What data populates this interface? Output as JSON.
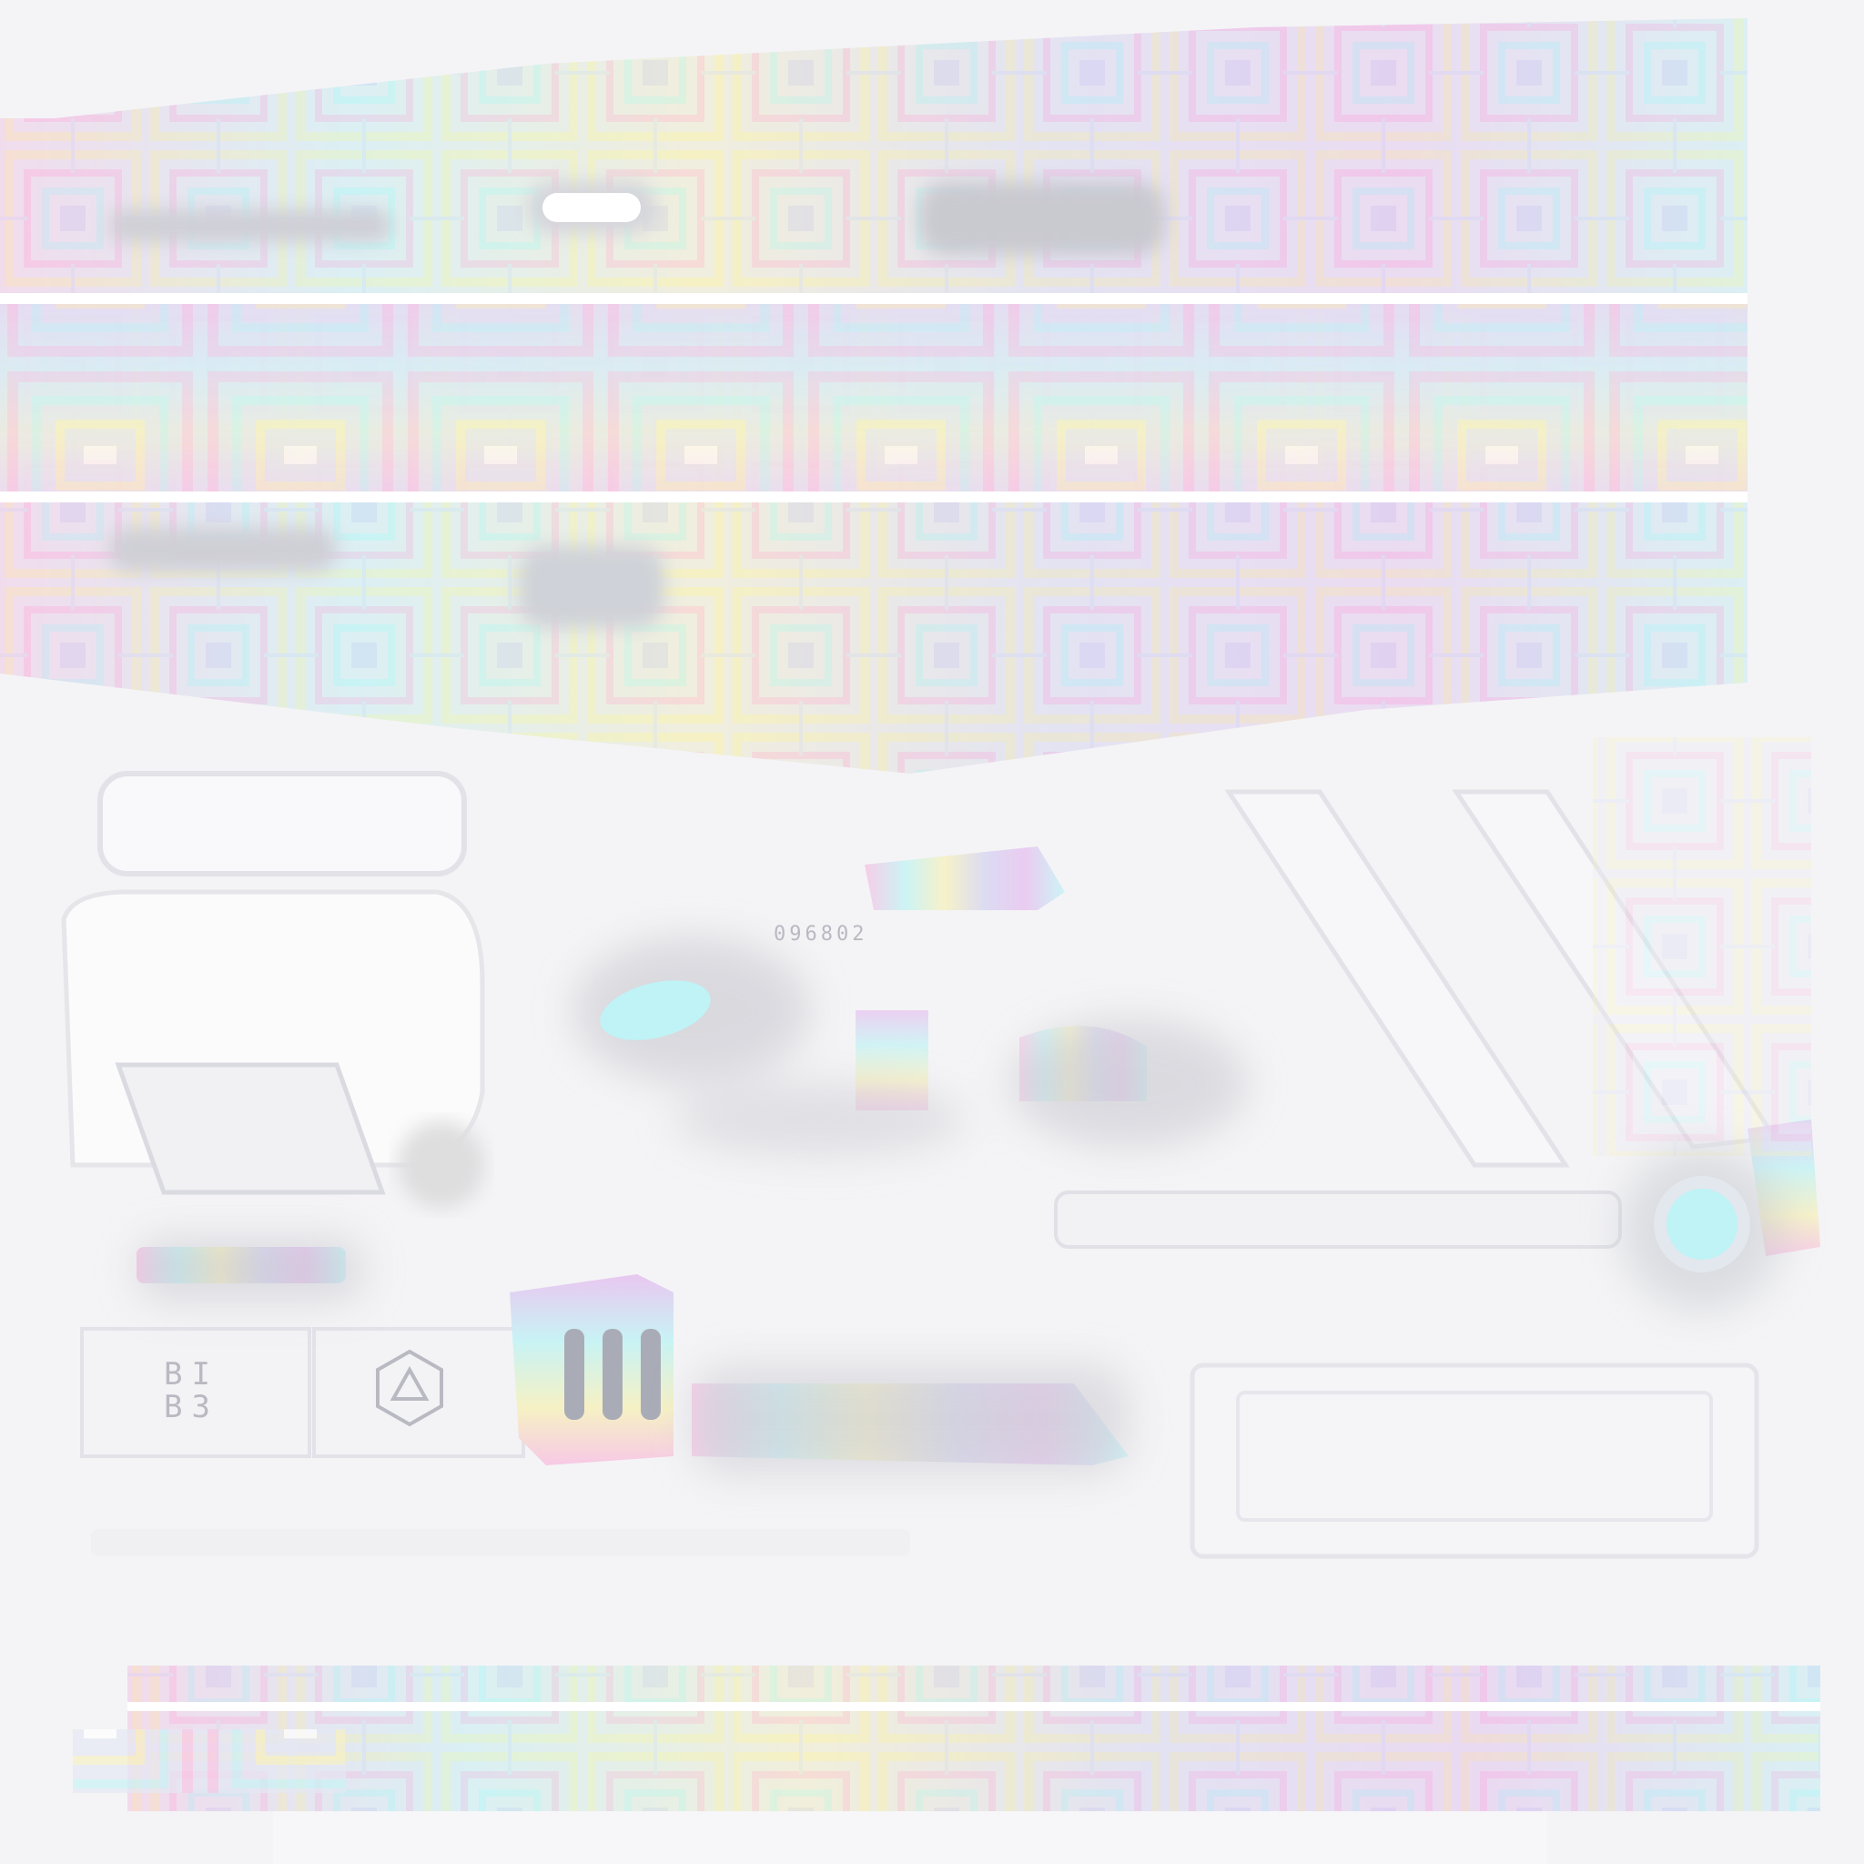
{
  "texture": {
    "serial": "096802",
    "logo_line1": "BI",
    "logo_line2": "B3",
    "pastel_palette": [
      "#f7c9e6",
      "#c8f3f5",
      "#f6f1c4",
      "#d9d9f2",
      "#ececf2",
      "#e9c7f0"
    ],
    "accent": "#bff3f6"
  }
}
